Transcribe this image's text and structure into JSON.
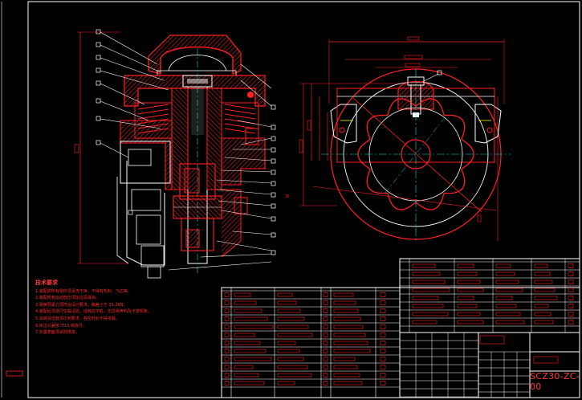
{
  "drawing": {
    "drawing_number": "SCZ30-ZC-00",
    "notes_heading": "技术要求",
    "notes": [
      "1.装配前所有零件须清洗干净，不得有毛刺、飞边等。",
      "2.装配时各运动部位须加注润滑油。",
      "3.弹簧预紧力须符合设计要求，偏差小于 33.2KN。",
      "4.装配后须进行空载试验，运转应平稳，无异常声响及卡滞现象。",
      "5.油液清洁度须达到要求，各密封处不得渗漏。",
      "6.未注公差按 IT13 级执行。",
      "7.外露表面须涂防锈漆。"
    ]
  },
  "colors": {
    "background": "#000000",
    "outline": "#ff2020",
    "hatch": "#ff2020",
    "centerline": "#00e0e0",
    "frame": "#ffffff",
    "leader": "#ffffff",
    "accent": "#ffff00",
    "fill": "#ff2020"
  }
}
